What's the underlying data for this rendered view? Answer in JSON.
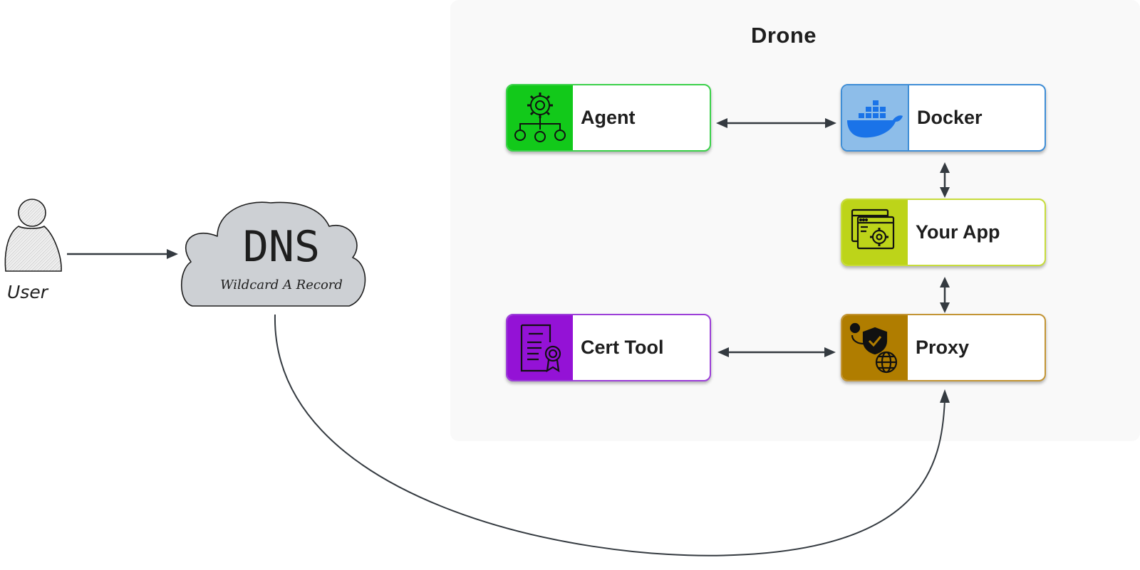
{
  "diagram": {
    "panel_title": "Drone",
    "user_label": "User",
    "dns": {
      "title": "DNS",
      "subtitle": "Wildcard A Record"
    },
    "nodes": {
      "agent": {
        "label": "Agent",
        "icon": "gear-team-icon",
        "color": "#12c91a",
        "border": "#3bd14a"
      },
      "docker": {
        "label": "Docker",
        "icon": "docker-whale-icon",
        "color": "#8dbde9",
        "border": "#3f8ed6"
      },
      "your_app": {
        "label": "Your App",
        "icon": "app-window-gear-icon",
        "color": "#bdd419",
        "border": "#c7dc3c"
      },
      "cert_tool": {
        "label": "Cert Tool",
        "icon": "certificate-icon",
        "color": "#9412d6",
        "border": "#9c3fd8"
      },
      "proxy": {
        "label": "Proxy",
        "icon": "proxy-shield-globe-icon",
        "color": "#b07d00",
        "border": "#c39535"
      }
    }
  }
}
